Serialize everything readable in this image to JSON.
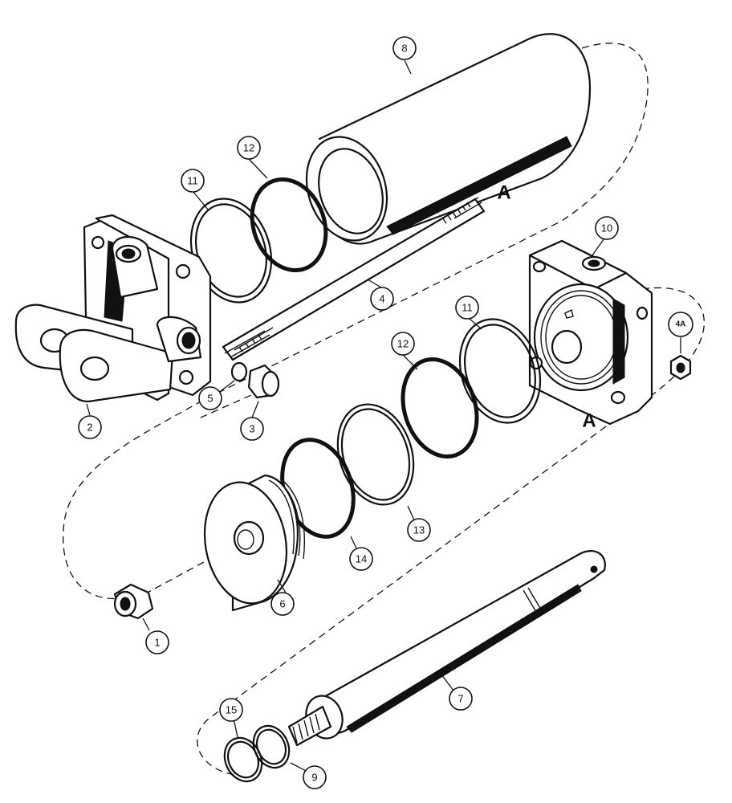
{
  "callouts": [
    {
      "id": "8",
      "label": "8"
    },
    {
      "id": "12a",
      "label": "12"
    },
    {
      "id": "11a",
      "label": "11"
    },
    {
      "id": "10",
      "label": "10"
    },
    {
      "id": "4",
      "label": "4"
    },
    {
      "id": "11b",
      "label": "11"
    },
    {
      "id": "12b",
      "label": "12"
    },
    {
      "id": "4A",
      "label": "4A"
    },
    {
      "id": "2",
      "label": "2"
    },
    {
      "id": "5",
      "label": "5"
    },
    {
      "id": "3",
      "label": "3"
    },
    {
      "id": "13",
      "label": "13"
    },
    {
      "id": "14",
      "label": "14"
    },
    {
      "id": "6",
      "label": "6"
    },
    {
      "id": "1",
      "label": "1"
    },
    {
      "id": "7",
      "label": "7"
    },
    {
      "id": "15",
      "label": "15"
    },
    {
      "id": "9",
      "label": "9"
    }
  ],
  "marks": {
    "a_rod": "A",
    "a_head": "A"
  }
}
